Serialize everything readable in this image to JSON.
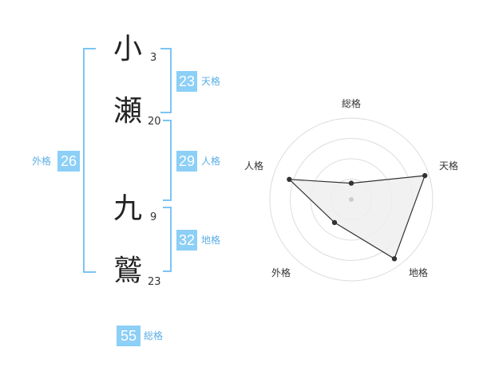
{
  "name": {
    "chars": [
      {
        "char": "小",
        "strokes": "3"
      },
      {
        "char": "瀬",
        "strokes": "20"
      },
      {
        "char": "九",
        "strokes": "9"
      },
      {
        "char": "鷲",
        "strokes": "23"
      }
    ]
  },
  "kaku": {
    "ten": {
      "value": "23",
      "label": "天格"
    },
    "jin": {
      "value": "29",
      "label": "人格"
    },
    "chi": {
      "value": "32",
      "label": "地格"
    },
    "gai": {
      "value": "26",
      "label": "外格"
    },
    "sou": {
      "value": "55",
      "label": "総格"
    }
  },
  "colors": {
    "accent": "#8ccff7",
    "bracket": "#7cc4f2",
    "label": "#5aaee6"
  },
  "chart_data": {
    "type": "radar",
    "axes": [
      "総格",
      "天格",
      "地格",
      "外格",
      "人格"
    ],
    "values": [
      0.2,
      0.95,
      0.9,
      0.35,
      0.8
    ],
    "max": 1,
    "rings": 4
  }
}
